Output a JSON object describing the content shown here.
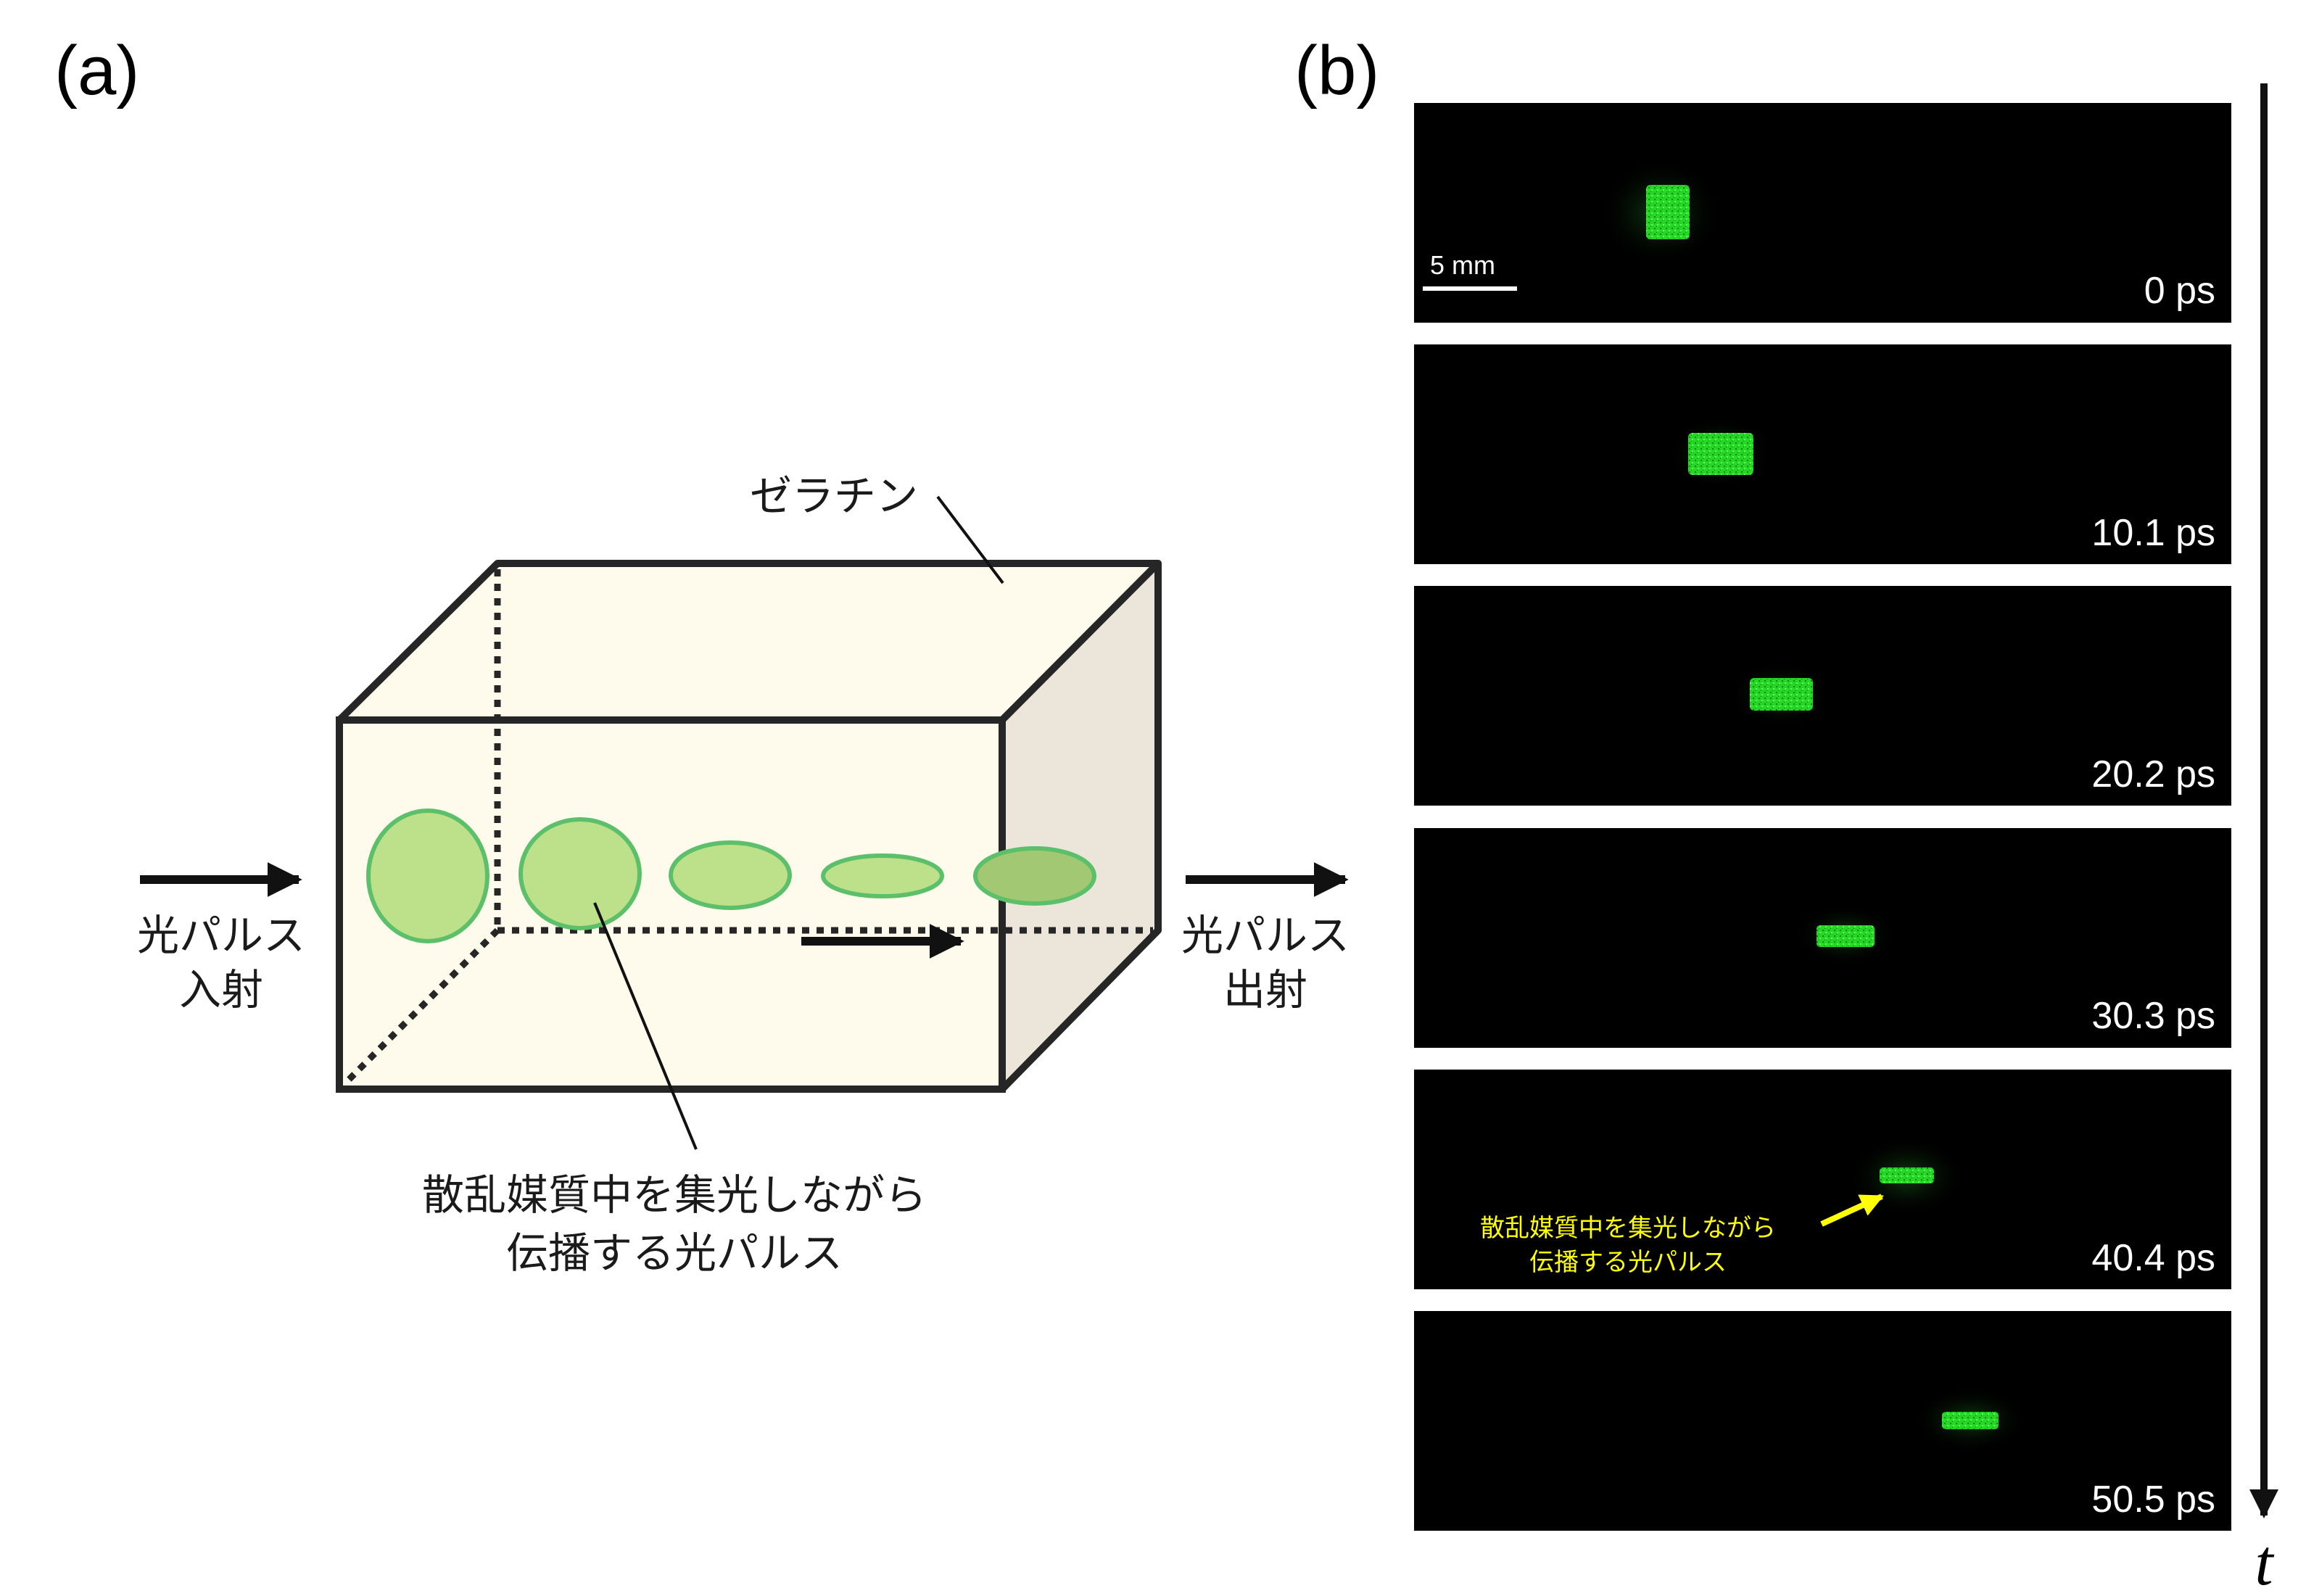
{
  "panel_a": {
    "label": "(a)",
    "gelatin_label": "ゼラチン",
    "input_label": [
      "光パルス",
      "入射"
    ],
    "output_label": [
      "光パルス",
      "出射"
    ],
    "pulse_caption": [
      "散乱媒質中を集光しながら",
      "伝播する光パルス"
    ],
    "colors": {
      "box_face": "#fefaec",
      "box_side": "#ebe6d9",
      "pulse_fill": "#bde08a",
      "pulse_stroke": "#5cbf6a"
    }
  },
  "panel_b": {
    "label": "(b)",
    "scale_bar": "5 mm",
    "frames": [
      {
        "time": "0 ps"
      },
      {
        "time": "10.1 ps"
      },
      {
        "time": "20.2 ps"
      },
      {
        "time": "30.3 ps"
      },
      {
        "time": "40.4 ps",
        "annotation": [
          "散乱媒質中を集光しながら",
          "伝播する光パルス"
        ]
      },
      {
        "time": "50.5 ps"
      }
    ],
    "time_axis": "t",
    "colors": {
      "frame_bg": "#000000",
      "pulse": "#22d822",
      "annotation": "#ffff00"
    }
  }
}
